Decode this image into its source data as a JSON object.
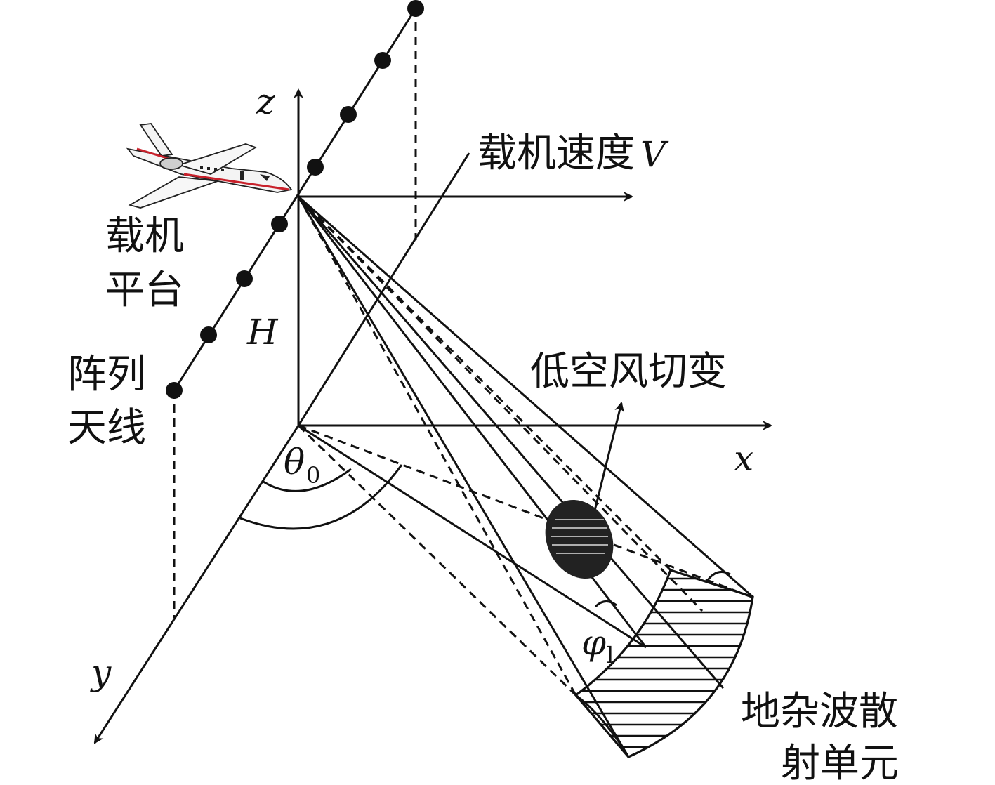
{
  "labels": {
    "platform_line1": "载机",
    "platform_line2": "平台",
    "array_line1": "阵列",
    "array_line2": "天线",
    "velocity": "载机速度",
    "velocity_symbol": "V",
    "windshear": "低空风切变",
    "clutter_line1": "地杂波散",
    "clutter_line2": "射单元",
    "axis_x": "x",
    "axis_y": "y",
    "axis_z": "z",
    "height": "H",
    "angle_theta": "θ",
    "angle_theta_sub": "0",
    "angle_phi": "φ",
    "angle_phi_sub": "l"
  },
  "colors": {
    "stroke": "#111111",
    "aircraft_red": "#c8202a",
    "aircraft_grey": "#cfcfcf"
  },
  "icons": {
    "aircraft": "airplane-icon",
    "windshear_region": "hatched-ellipse"
  }
}
